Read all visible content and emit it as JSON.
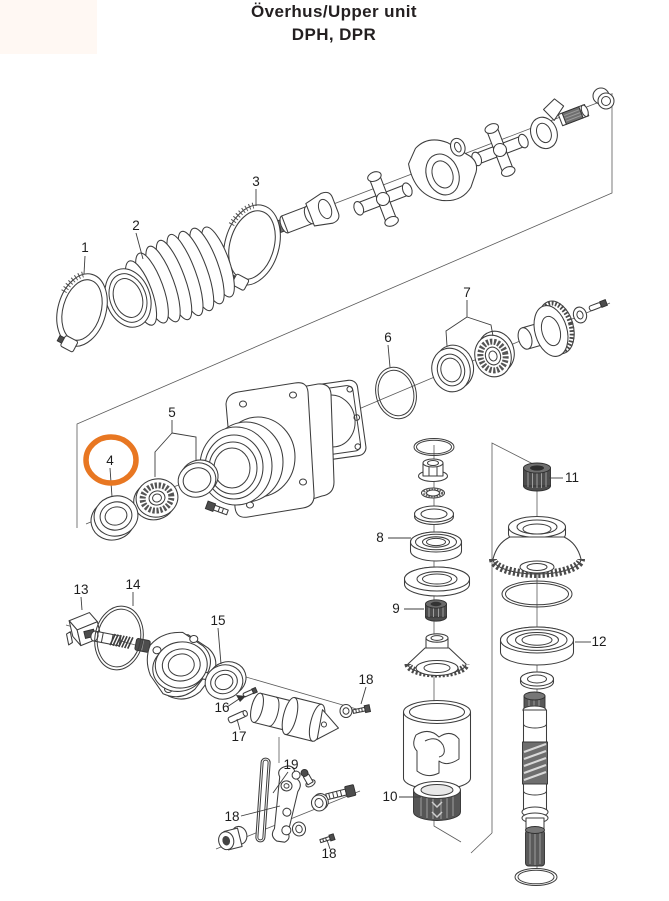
{
  "title": {
    "line1": "Överhus/Upper unit",
    "line2": "DPH, DPR"
  },
  "highlight": {
    "part_number": "4",
    "color": "#E87722"
  },
  "callouts": {
    "n1": "1",
    "n2": "2",
    "n3": "3",
    "n4": "4",
    "n5": "5",
    "n6": "6",
    "n7": "7",
    "n8": "8",
    "n9": "9",
    "n10": "10",
    "n11": "11",
    "n12": "12",
    "n13": "13",
    "n14": "14",
    "n15": "15",
    "n16": "16",
    "n17": "17",
    "n18a": "18",
    "n18b": "18",
    "n18c": "18",
    "n19": "19"
  }
}
